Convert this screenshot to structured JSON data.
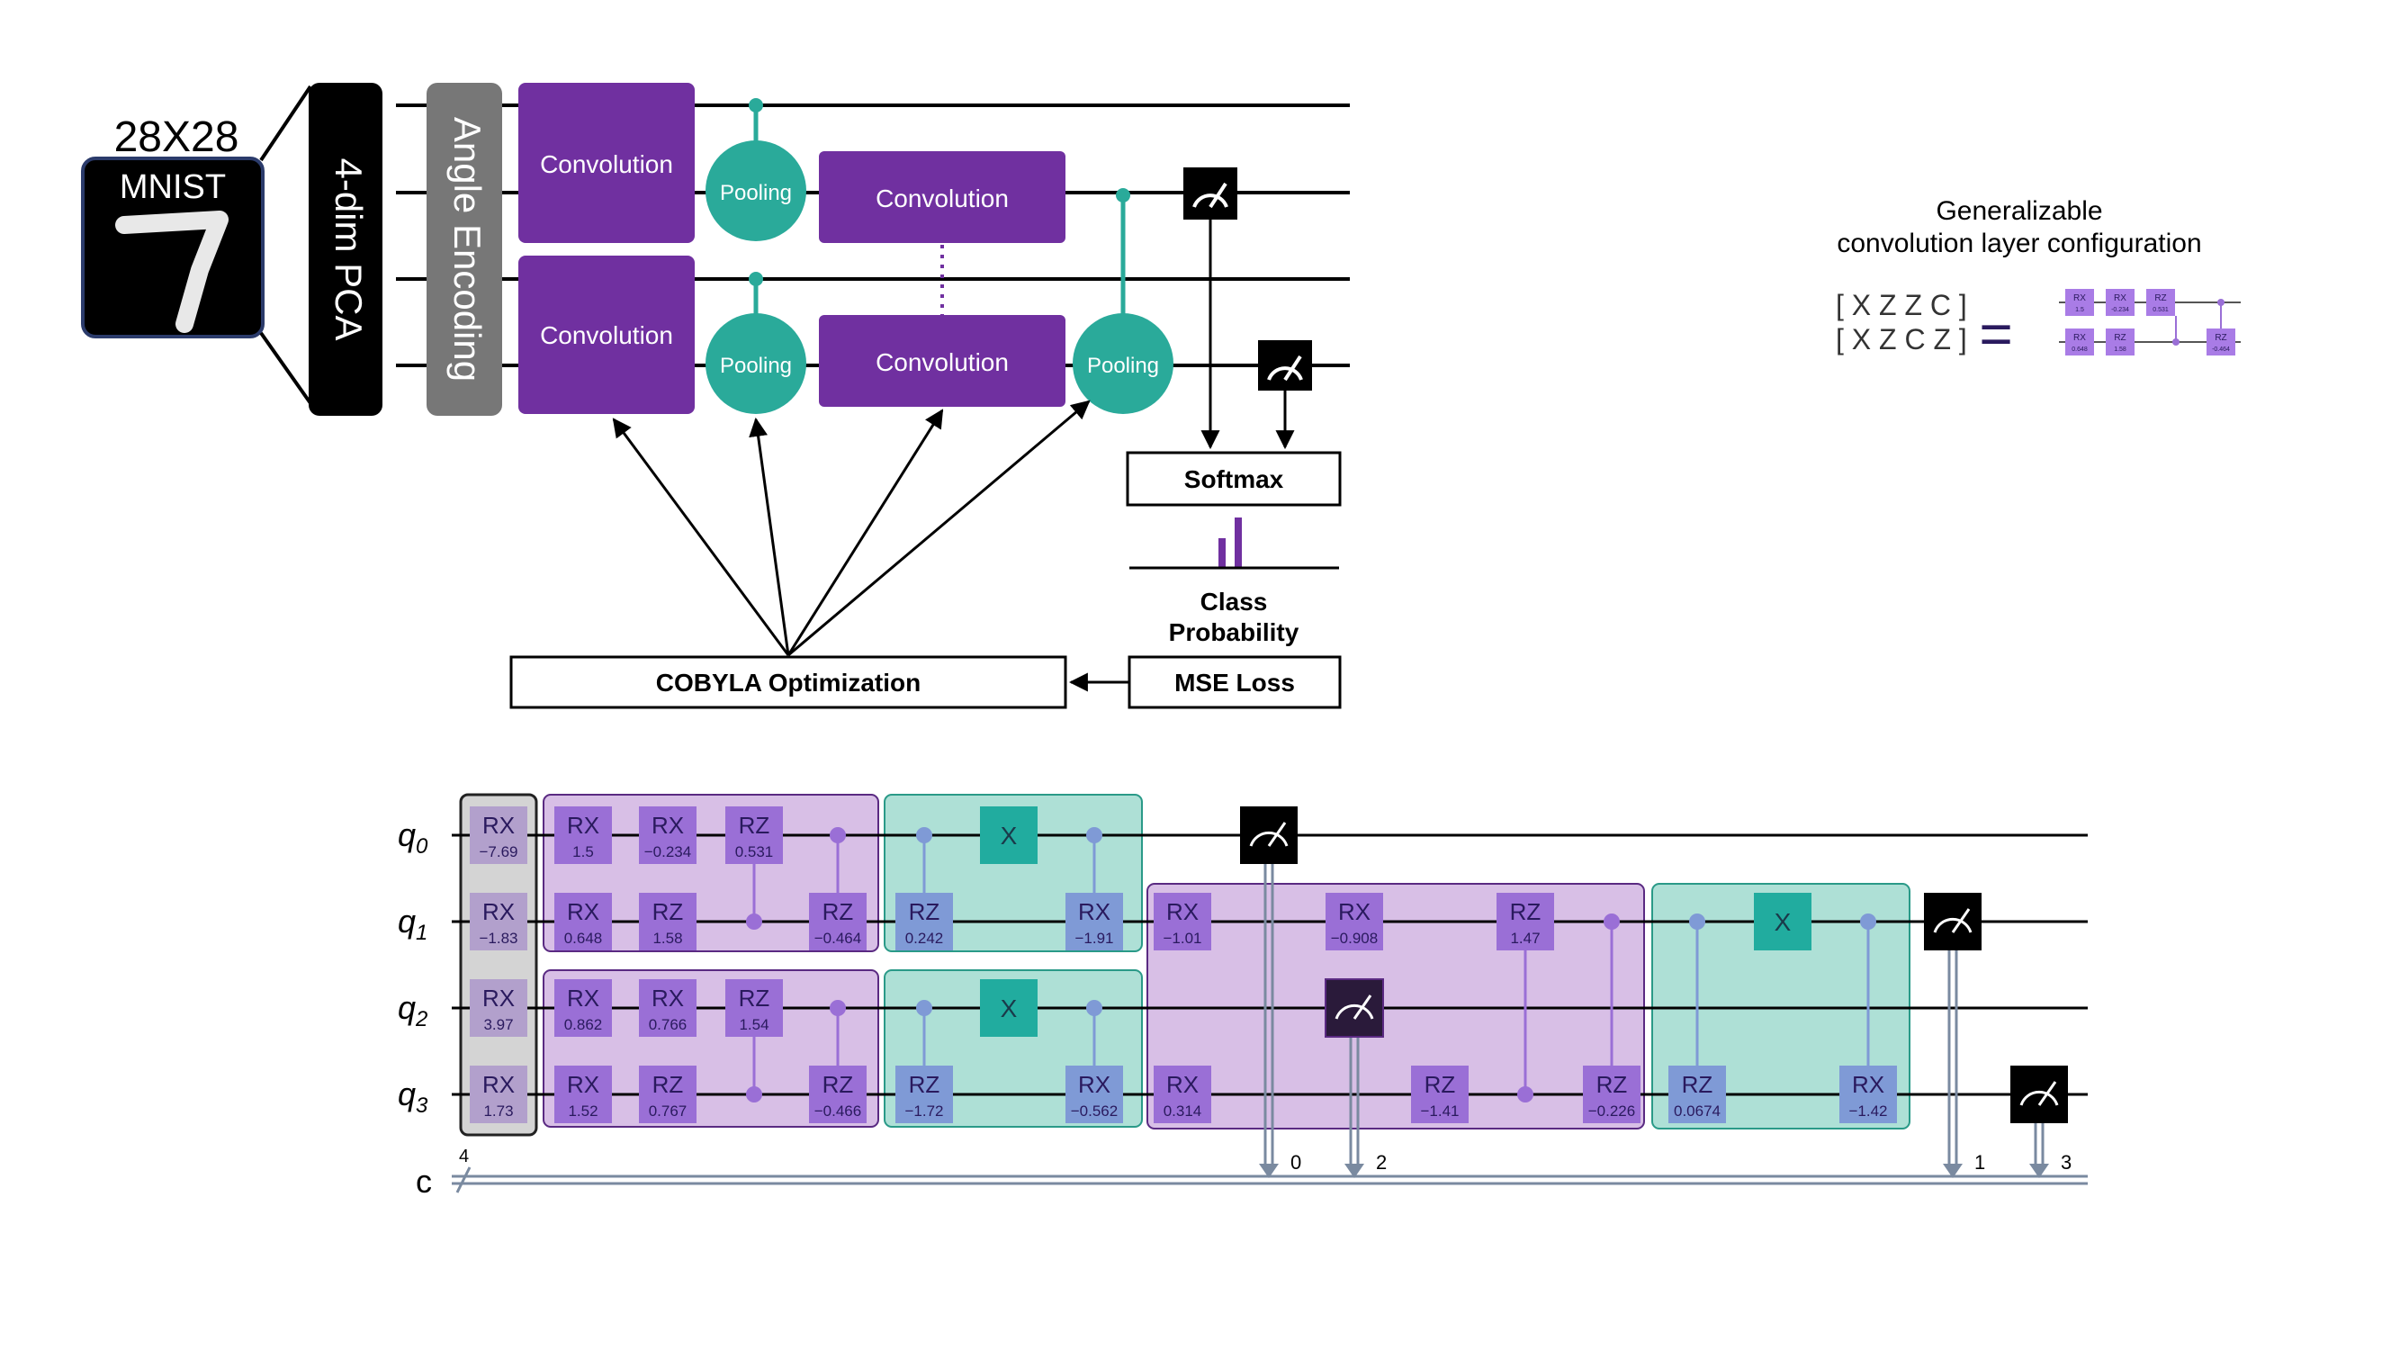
{
  "architecture": {
    "input_size": "28X28",
    "input_name": "MNIST",
    "digit": "7",
    "pca_label": "4-dim PCA",
    "encoding_label": "Angle Encoding",
    "conv_label": "Convolution",
    "pool_label": "Pooling",
    "softmax_label": "Softmax",
    "class_prob_line1": "Class",
    "class_prob_line2": "Probability",
    "optimizer_label": "COBYLA Optimization",
    "loss_label": "MSE Loss"
  },
  "config_panel": {
    "title_line1": "Generalizable",
    "title_line2": "convolution layer configuration",
    "row1": "[ X Z Z C ]",
    "row2": "[ X Z C Z ]",
    "equals": "=",
    "mini_gates": [
      {
        "name": "RX",
        "value": "1.5"
      },
      {
        "name": "RX",
        "value": "-0.234"
      },
      {
        "name": "RZ",
        "value": "0.531"
      },
      {
        "name": "RX",
        "value": "0.648"
      },
      {
        "name": "RZ",
        "value": "1.58"
      },
      {
        "name": "RZ",
        "value": "-0.464"
      }
    ]
  },
  "circuit": {
    "qubits": [
      "q0",
      "q1",
      "q2",
      "q3"
    ],
    "classical_register": "c",
    "classical_width": "4",
    "encoding_gates": [
      {
        "name": "RX",
        "value": "−7.69"
      },
      {
        "name": "RX",
        "value": "−1.83"
      },
      {
        "name": "RX",
        "value": "3.97"
      },
      {
        "name": "RX",
        "value": "1.73"
      }
    ],
    "conv_block_1_top": [
      {
        "name": "RX",
        "value": "1.5"
      },
      {
        "name": "RX",
        "value": "−0.234"
      },
      {
        "name": "RZ",
        "value": "0.531"
      },
      {
        "name": "RX",
        "value": "0.648"
      },
      {
        "name": "RZ",
        "value": "1.58"
      },
      {
        "name": "RZ",
        "value": "−0.464"
      }
    ],
    "conv_block_1_bottom": [
      {
        "name": "RX",
        "value": "0.862"
      },
      {
        "name": "RX",
        "value": "0.766"
      },
      {
        "name": "RZ",
        "value": "1.54"
      },
      {
        "name": "RX",
        "value": "1.52"
      },
      {
        "name": "RZ",
        "value": "0.767"
      },
      {
        "name": "RZ",
        "value": "−0.466"
      }
    ],
    "pool_block_1_top": [
      {
        "name": "RZ",
        "value": "0.242"
      },
      {
        "name": "RX",
        "value": "−1.91"
      }
    ],
    "pool_block_1_bottom": [
      {
        "name": "RZ",
        "value": "−1.72"
      },
      {
        "name": "RX",
        "value": "−0.562"
      }
    ],
    "x_gate_label": "X",
    "conv_block_2": [
      {
        "name": "RX",
        "value": "−1.01"
      },
      {
        "name": "RX",
        "value": "−0.908"
      },
      {
        "name": "RZ",
        "value": "1.47"
      },
      {
        "name": "RX",
        "value": "0.314"
      },
      {
        "name": "RZ",
        "value": "−1.41"
      },
      {
        "name": "RZ",
        "value": "−0.226"
      }
    ],
    "pool_block_2": [
      {
        "name": "RZ",
        "value": "0.0674"
      },
      {
        "name": "RX",
        "value": "−1.42"
      }
    ],
    "measure_bits": [
      "0",
      "2",
      "1",
      "3"
    ]
  },
  "colors": {
    "conv_purple": "#7030a0",
    "pool_teal": "#2aaa9a",
    "gate_purple": "#9a6fd6",
    "gate_blue": "#7f9ad6",
    "conv_region": "#d8bfe6",
    "pool_region": "#aee0d6",
    "enc_region": "#d4d4d4"
  }
}
